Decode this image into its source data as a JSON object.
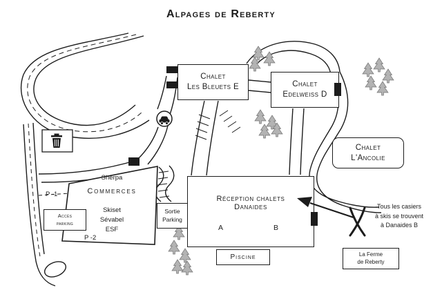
{
  "title": "Alpages de Reberty",
  "chalets": {
    "bleuets": {
      "line1": "Chalet",
      "line2": "Les Bleuets E"
    },
    "edelweiss": {
      "line1": "Chalet",
      "line2": "Edelweiss D"
    },
    "ancolie": {
      "line1": "Chalet",
      "line2": "L'Ancolie"
    }
  },
  "reception": {
    "line1": "Réception chalets",
    "line2": "Danaides",
    "wing_a": "A",
    "wing_b": "B"
  },
  "commerces": {
    "shop": "Sherpa",
    "title": "Commerces",
    "items": [
      "Skiset",
      "Sévabel",
      "ESF"
    ]
  },
  "parking": {
    "access": {
      "line1": "Accès",
      "line2": "parking"
    },
    "exit": {
      "line1": "Sortie",
      "line2": "Parking"
    },
    "level1": "P -1",
    "level2": "P -2"
  },
  "piscine": "Piscine",
  "ferme": {
    "line1": "La Ferme",
    "line2": "de Reberty"
  },
  "callout": {
    "line1": "Tous les casiers",
    "line2": "à skis se trouvent",
    "line3": "à Danaides B"
  },
  "icons": {
    "trash": "trash-bin-icon",
    "car": "car-sign-icon",
    "skis": "crossed-skis-icon",
    "tree": "pine-tree-icon",
    "arrow": "callout-arrow"
  },
  "colors": {
    "ink": "#1c1c1c",
    "tree_fill": "#b3b3b3",
    "tree_stroke": "#737373"
  }
}
